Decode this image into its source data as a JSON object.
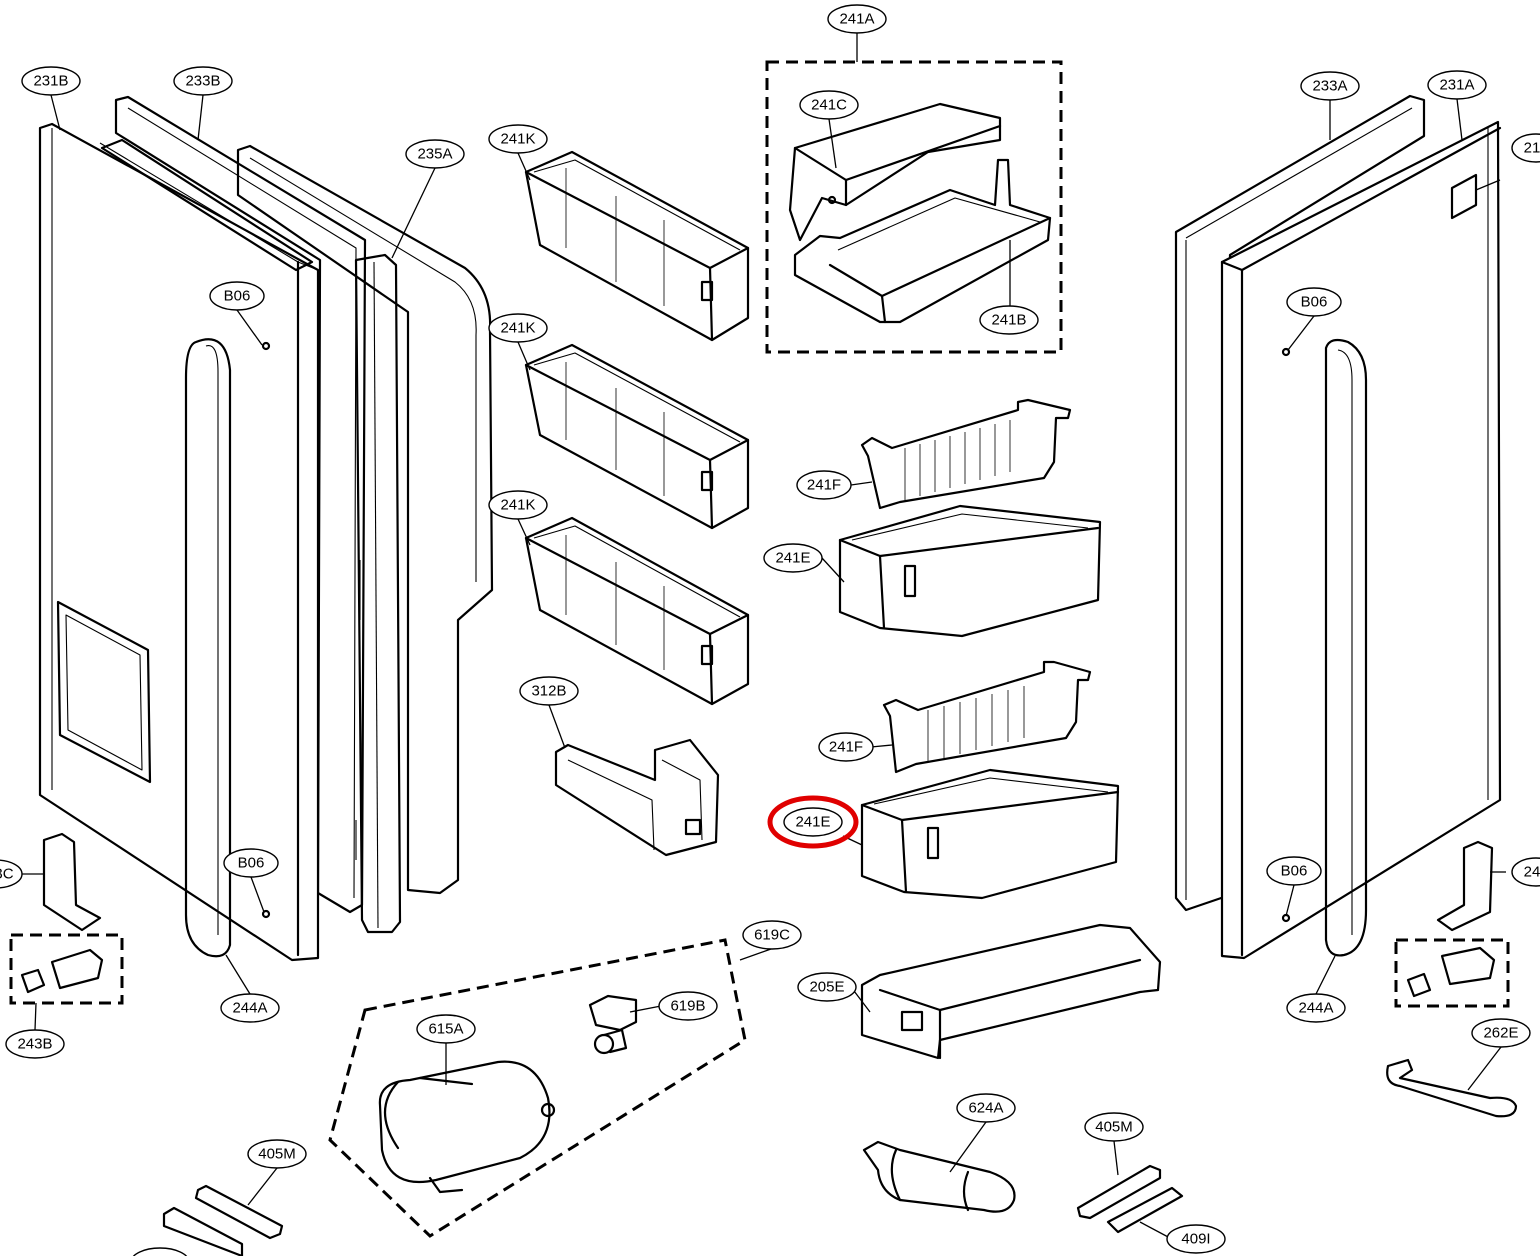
{
  "highlight_color": "#e00000",
  "labels": {
    "l_241A": "241A",
    "l_241C": "241C",
    "l_241B": "241B",
    "l_231B": "231B",
    "l_233B": "233B",
    "l_235A": "235A",
    "l_241K_1": "241K",
    "l_241K_2": "241K",
    "l_241K_3": "241K",
    "l_233A": "233A",
    "l_231A": "231A",
    "l_B06_1": "B06",
    "l_B06_2": "B06",
    "l_B06_3": "B06",
    "l_B06_4": "B06",
    "l_241F_1": "241F",
    "l_241F_2": "241F",
    "l_241E_1": "241E",
    "l_241E_2": "241E",
    "l_312B": "312B",
    "l_3C": "3C",
    "l_244A_1": "244A",
    "l_244A_2": "244A",
    "l_243B": "243B",
    "l_619C": "619C",
    "l_619B": "619B",
    "l_615A": "615A",
    "l_205E": "205E",
    "l_262E": "262E",
    "l_624A": "624A",
    "l_405M_1": "405M",
    "l_405M_2": "405M",
    "l_409I": "409I",
    "l_21": "21",
    "l_24": "24"
  }
}
